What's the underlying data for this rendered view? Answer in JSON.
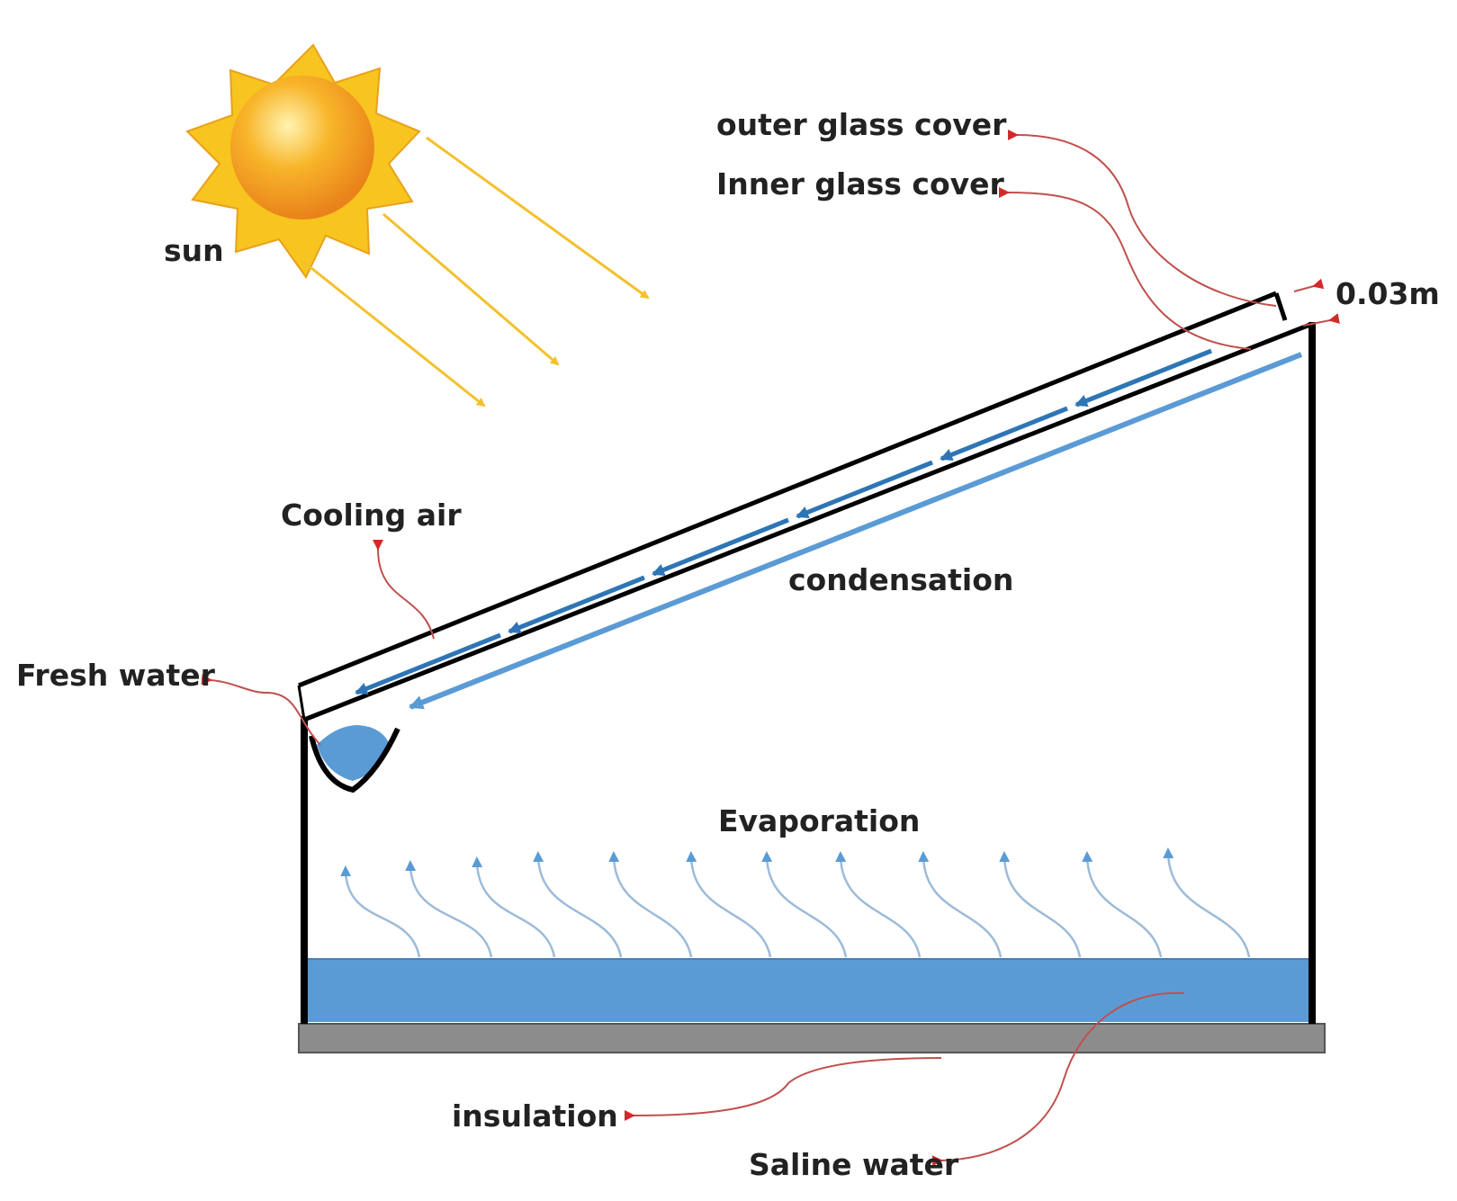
{
  "labels": {
    "sun": "sun",
    "outer_glass_cover": "outer glass cover",
    "inner_glass_cover": "Inner glass cover",
    "gap": "0.03m",
    "cooling_air": "Cooling air",
    "condensation": "condensation",
    "fresh_water": "Fresh water",
    "evaporation": "Evaporation",
    "insulation": "insulation",
    "saline_water": "Saline water"
  },
  "colors": {
    "sun_ray": "#F2C12E",
    "sun_core": "#F7A21B",
    "sun_star": "#F8C420",
    "flow_arrow": "#2E75B6",
    "water": "#5B9BD5",
    "insulation": "#8C8C8C",
    "leader_line": "#C0504D",
    "vapor": "#9DBBD8"
  }
}
